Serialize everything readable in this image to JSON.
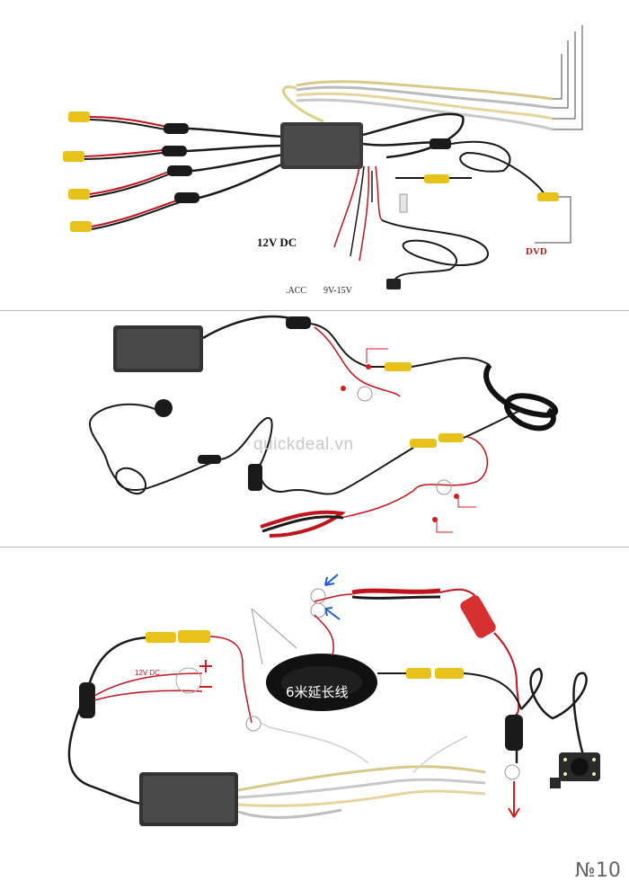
{
  "panel1": {
    "power_label": "12V DC",
    "acc_label": ".ACC",
    "voltage_label": "9V-15V",
    "dvd_label": "DVD"
  },
  "panel2": {
    "watermark": "quickdeal.vn"
  },
  "panel3": {
    "extension_label": "6米延长线",
    "power_label": "12V DC"
  },
  "page_number": "№10",
  "colors": {
    "rca_yellow": "#e8c21a",
    "wire_red": "#c0141c",
    "wire_black": "#1a1a1a",
    "arrow_blue": "#1c5fd6",
    "arrow_red": "#d21e1e"
  }
}
